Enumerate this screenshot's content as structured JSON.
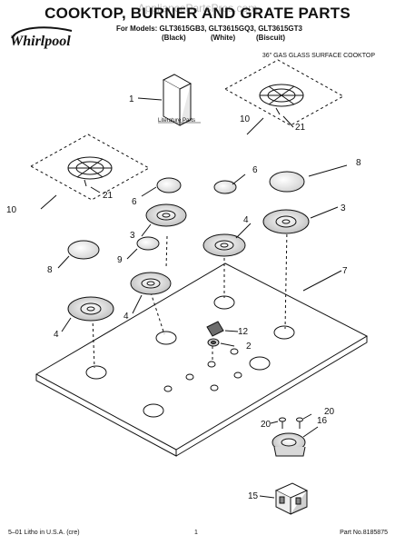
{
  "watermark": "AppliancePartsPros.com",
  "title": "COOKTOP, BURNER AND GRATE PARTS",
  "brand": "Whirlpool",
  "models_line": "For Models: GLT3615GB3, GLT3615GQ3, GLT3615GT3",
  "finishes": [
    "(Black)",
    "(White)",
    "(Biscuit)"
  ],
  "subtitle": "36\" GAS GLASS SURFACE COOKTOP",
  "literature_label": "Literature Parts",
  "callouts": {
    "c1": "1",
    "c2": "2",
    "c3a": "3",
    "c3b": "3",
    "c4a": "4",
    "c4b": "4",
    "c4c": "4",
    "c6a": "6",
    "c6b": "6",
    "c7": "7",
    "c8a": "8",
    "c8b": "8",
    "c9": "9",
    "c10a": "10",
    "c10b": "10",
    "c12": "12",
    "c15": "15",
    "c16": "16",
    "c20a": "20",
    "c20b": "20",
    "c21a": "21",
    "c21b": "21"
  },
  "footer": {
    "left": "5–01 Litho in U.S.A. (cre)",
    "center": "1",
    "right": "Part No.8185875"
  }
}
